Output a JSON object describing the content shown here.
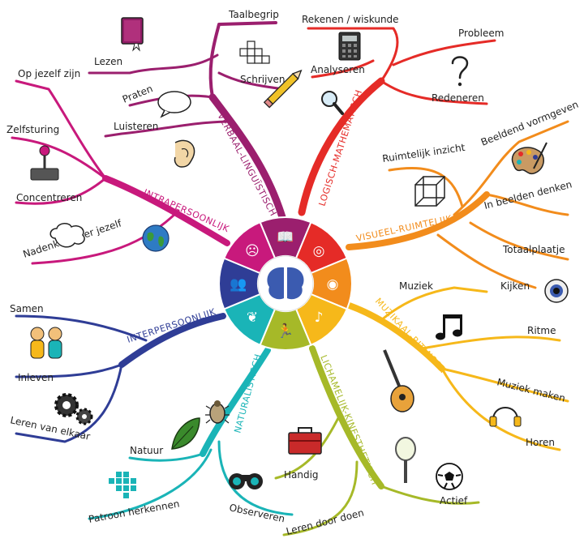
{
  "colors": {
    "verbaal": "#9b1f6e",
    "logisch": "#e52b27",
    "visueel": "#f28c1c",
    "muzikaal": "#f6b81a",
    "lichamelijk": "#a6b928",
    "naturalistisch": "#1ab4b7",
    "interpersoonlijk": "#2f3d96",
    "intrapersoonlijk": "#c8197c",
    "center": "#3b5bb0"
  },
  "hub": {
    "center_icon": "brain-icon"
  },
  "categories": {
    "verbaal": {
      "label": "VERBAAL-LINGUÏSTISCH",
      "icon": "book-icon"
    },
    "logisch": {
      "label": "LOGISCH-MATHEMATISCH",
      "icon": "abacus-icon"
    },
    "visueel": {
      "label": "VISUEEL-RUIMTELIJK",
      "icon": "eye-icon"
    },
    "muzikaal": {
      "label": "MUZIKAAL-RITMISCH",
      "icon": "music-note-icon"
    },
    "lichamelijk": {
      "label": "LICHAMELIJK-KINESTHETISCH",
      "icon": "running-person-icon"
    },
    "naturalistisch": {
      "label": "NATURALISTISCH",
      "icon": "leaf-icon"
    },
    "interpersoonlijk": {
      "label": "INTERPERSOONLIJK",
      "icon": "two-people-icon"
    },
    "intrapersoonlijk": {
      "label": "INTRAPERSOONLIJK",
      "icon": "thinking-person-icon"
    }
  },
  "labels": {
    "verbaal": [
      "Taalbegrip",
      "Lezen",
      "Praten",
      "Schrijven",
      "Luisteren"
    ],
    "logisch": [
      "Rekenen / wiskunde",
      "Analyseren",
      "Probleem",
      "Redeneren"
    ],
    "visueel": [
      "Beeldend vormgeven",
      "Ruimtelijk inzicht",
      "In beelden denken",
      "Totaalplaatje",
      "Kijken"
    ],
    "muzikaal": [
      "Muziek",
      "Ritme",
      "Muziek maken",
      "Horen"
    ],
    "lichamelijk": [
      "Handig",
      "Actief",
      "Leren door doen"
    ],
    "naturalistisch": [
      "Natuur",
      "Patroon herkennen",
      "Observeren"
    ],
    "interpersoonlijk": [
      "Samen",
      "Inleven",
      "Leren van elkaar"
    ],
    "intrapersoonlijk": [
      "Op jezelf zijn",
      "Zelfsturing",
      "Concentreren",
      "Nadenken over jezelf"
    ]
  },
  "illustrations": [
    "book-icon",
    "crossword-icon",
    "speech-bubble-icon",
    "pencil-icon",
    "ear-icon",
    "calculator-icon",
    "question-mark-icon",
    "magnifying-glass-icon",
    "paint-palette-icon",
    "wire-cube-icon",
    "eye-icon",
    "music-notes-icon",
    "guitar-icon",
    "headphones-icon",
    "toolbox-icon",
    "tennis-racket-icon",
    "soccer-ball-icon",
    "leaf-icon",
    "beetle-icon",
    "pattern-icon",
    "binoculars-icon",
    "gears-icon",
    "two-people-icon",
    "joystick-icon",
    "thought-cloud-icon",
    "globe-icon"
  ]
}
